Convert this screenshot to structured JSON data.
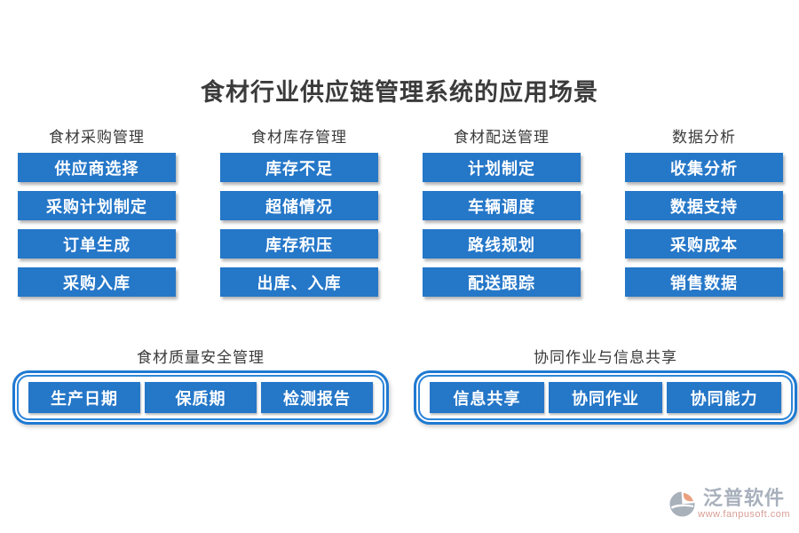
{
  "title": "食材行业供应链管理系统的应用场景",
  "columns": [
    {
      "header": "食材采购管理",
      "items": [
        "供应商选择",
        "采购计划制定",
        "订单生成",
        "采购入库"
      ]
    },
    {
      "header": "食材库存管理",
      "items": [
        "库存不足",
        "超储情况",
        "库存积压",
        "出库、入库"
      ]
    },
    {
      "header": "食材配送管理",
      "items": [
        "计划制定",
        "车辆调度",
        "路线规划",
        "配送跟踪"
      ]
    },
    {
      "header": "数据分析",
      "items": [
        "收集分析",
        "数据支持",
        "采购成本",
        "销售数据"
      ]
    }
  ],
  "bottom_sections": [
    {
      "header": "食材质量安全管理",
      "items": [
        "生产日期",
        "保质期",
        "检测报告"
      ]
    },
    {
      "header": "协同作业与信息共享",
      "items": [
        "信息共享",
        "协同作业",
        "协同能力"
      ]
    }
  ],
  "logo": {
    "name": "泛普软件",
    "url": "www.fanpusoft.com"
  },
  "colors": {
    "button_blue": "#2577C8",
    "box_border_blue": "#1E79D2",
    "title_text": "#3B3B3B",
    "header_text": "#3A3A3A",
    "logo_gray": "#9AA3B1",
    "logo_orange": "#E8906B",
    "url_red": "#D08C82"
  }
}
